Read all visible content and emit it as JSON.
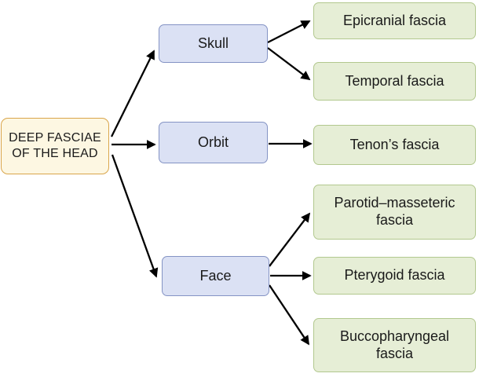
{
  "nodes": {
    "root": {
      "label": "DEEP FASCIAE\nOF THE HEAD",
      "fill": "#fdf7e2",
      "border": "#d9a54a"
    },
    "skull": {
      "label": "Skull",
      "fill": "#dbe1f4",
      "border": "#8493c4"
    },
    "orbit": {
      "label": "Orbit",
      "fill": "#dbe1f4",
      "border": "#8493c4"
    },
    "face": {
      "label": "Face",
      "fill": "#dbe1f4",
      "border": "#8493c4"
    },
    "epicranial": {
      "label": "Epicranial fascia",
      "fill": "#e6eed6",
      "border": "#b2c88e"
    },
    "temporal": {
      "label": "Temporal fascia",
      "fill": "#e6eed6",
      "border": "#b2c88e"
    },
    "tenons": {
      "label": "Tenon’s fascia",
      "fill": "#e6eed6",
      "border": "#b2c88e"
    },
    "parotid": {
      "label": "Parotid–masseteric\nfascia",
      "fill": "#e6eed6",
      "border": "#b2c88e"
    },
    "pterygoid": {
      "label": "Pterygoid fascia",
      "fill": "#e6eed6",
      "border": "#b2c88e"
    },
    "buccopharyngeal": {
      "label": "Buccopharyngeal\nfascia",
      "fill": "#e6eed6",
      "border": "#b2c88e"
    }
  },
  "arrows": {
    "color": "#000000"
  },
  "connections": [
    {
      "from": "DEEP FASCIAE OF THE HEAD",
      "to": "Skull"
    },
    {
      "from": "DEEP FASCIAE OF THE HEAD",
      "to": "Orbit"
    },
    {
      "from": "DEEP FASCIAE OF THE HEAD",
      "to": "Face"
    },
    {
      "from": "Skull",
      "to": "Epicranial fascia"
    },
    {
      "from": "Skull",
      "to": "Temporal fascia"
    },
    {
      "from": "Orbit",
      "to": "Tenon’s fascia"
    },
    {
      "from": "Face",
      "to": "Parotid–masseteric fascia"
    },
    {
      "from": "Face",
      "to": "Pterygoid fascia"
    },
    {
      "from": "Face",
      "to": "Buccopharyngeal fascia"
    }
  ]
}
